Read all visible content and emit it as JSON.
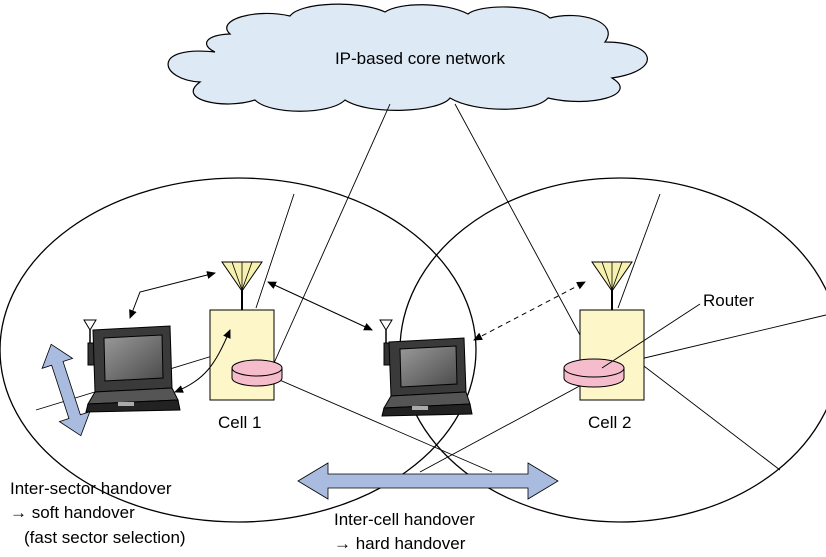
{
  "core_network": {
    "label": "IP-based core network",
    "color": "#dde9f5"
  },
  "cells": [
    {
      "label": "Cell 1"
    },
    {
      "label": "Cell 2"
    }
  ],
  "router": {
    "label": "Router",
    "color": "#f5bccb"
  },
  "base_station_color": "#fdf6c8",
  "antenna_color": "#f7f1b0",
  "handover_arrow_color": "#a9bce0",
  "inter_sector": {
    "line1": "Inter-sector handover",
    "line2": "→ soft handover",
    "line3": "(fast sector selection)"
  },
  "inter_cell": {
    "line1": "Inter-cell handover",
    "line2": "→ hard handover"
  }
}
